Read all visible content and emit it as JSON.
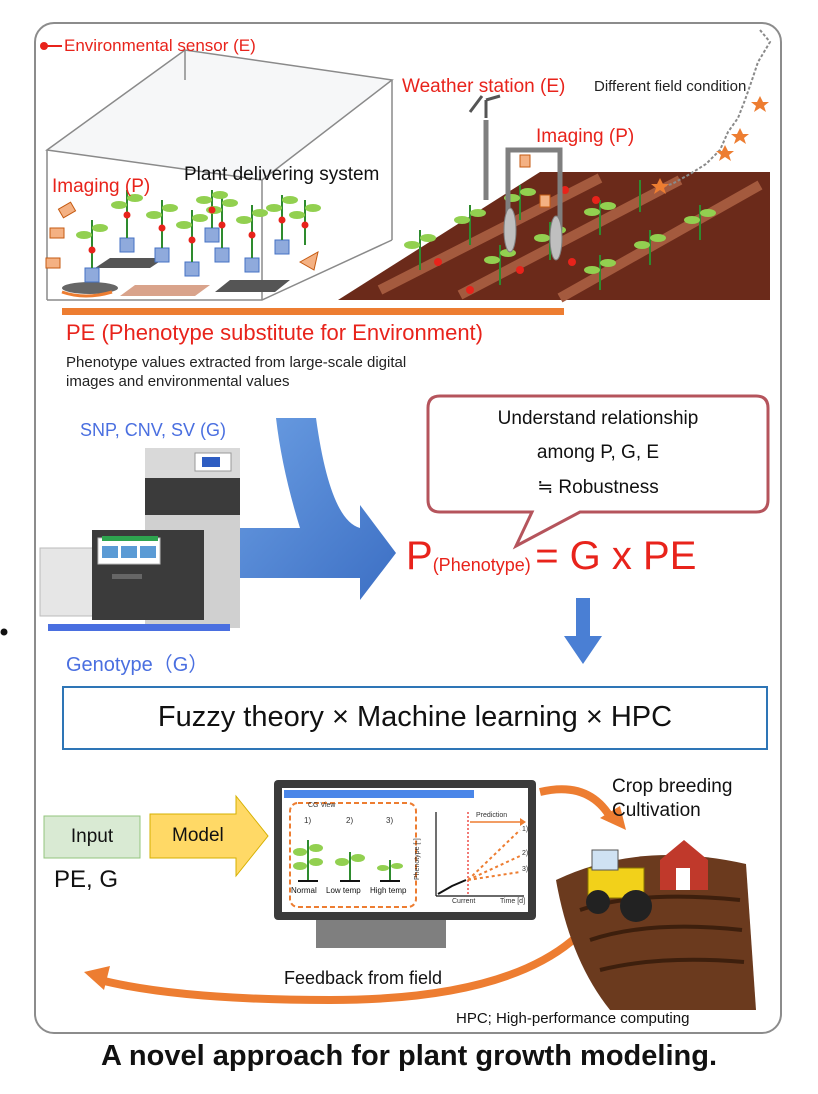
{
  "top": {
    "env_sensor_label": "Environmental sensor (E)",
    "weather_station_label": "Weather station (E)",
    "different_field_label": "Different field condition",
    "imaging_left_label": "Imaging (P)",
    "imaging_right_label": "Imaging (P)",
    "plant_delivering_label": "Plant delivering system"
  },
  "pe": {
    "title": "PE (Phenotype substitute for Environment)",
    "desc_line1": "Phenotype values extracted from large-scale digital",
    "desc_line2": "images and environmental values"
  },
  "genotype": {
    "snp_label": "SNP, CNV, SV (G)",
    "genotype_label": "Genotype（G）"
  },
  "bubble": {
    "line1": "Understand relationship",
    "line2": "among P, G, E",
    "line3": "≒ Robustness"
  },
  "equation": {
    "p": "P",
    "sub": "(Phenotype)",
    "rest": "= G x PE"
  },
  "method_box": {
    "text": "Fuzzy theory × Machine learning × HPC"
  },
  "bottom": {
    "input_label": "Input",
    "model_label": "Model",
    "pe_g_label": "PE, G",
    "crop_line1": "Crop breeding",
    "crop_line2": "Cultivation",
    "feedback_label": "Feedback from field",
    "hpc_note": "HPC; High-performance computing"
  },
  "monitor": {
    "panel_title": "CG View",
    "col1": "1)",
    "col2": "2)",
    "col3": "3)",
    "cond1": "Normal",
    "cond2": "Low temp",
    "cond3": "High temp",
    "predict_label": "Prediction",
    "ylabel": "Phenotype [-]",
    "xlabel_current": "Current",
    "xlabel_time": "Time [d]",
    "line1": "1)",
    "line2": "2)",
    "line3": "3)"
  },
  "caption": "A novel approach for plant growth modeling.",
  "colors": {
    "red": "#e8231b",
    "blue": "#4a6fe0",
    "orange": "#ed7d31",
    "dark_red_border": "#b5545c",
    "box_blue": "#2e75b6"
  }
}
